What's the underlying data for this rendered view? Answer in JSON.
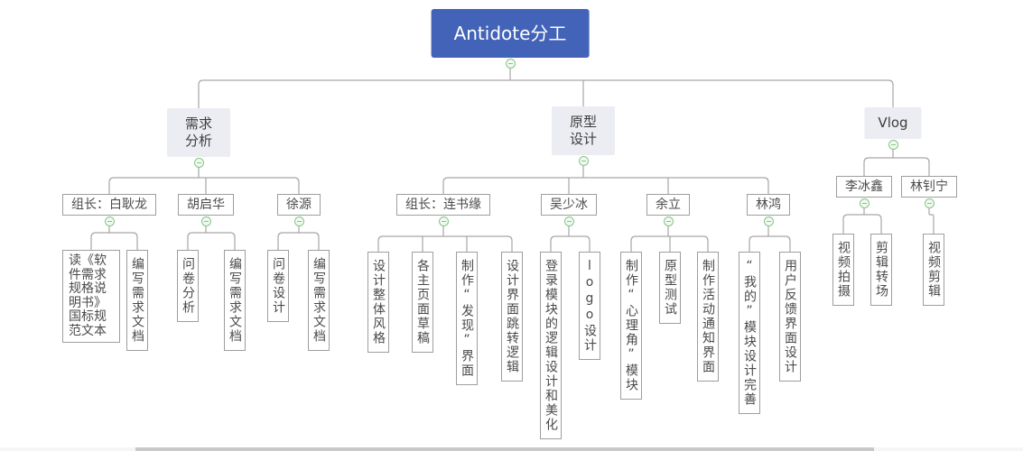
{
  "title": "Antidote分工",
  "colors": {
    "root_bg": "#4263b8",
    "root_text": "#ffffff",
    "branch_bg": "#ecedf2",
    "node_border": "#9e9e9e",
    "node_text": "#4a4a4a",
    "connector": "#a6a6a6",
    "collapse_green": "#84c587",
    "scrollbar_thumb": "#c9c9c9"
  },
  "icons": {
    "collapse": "minus-circle-icon"
  },
  "nodes": [
    {
      "id": "root",
      "parent": null,
      "kind": "root",
      "label": "Antidote分工"
    },
    {
      "id": "b1",
      "parent": "root",
      "kind": "branch",
      "label": "需求分析"
    },
    {
      "id": "b2",
      "parent": "root",
      "kind": "branch",
      "label": "原型设计"
    },
    {
      "id": "b3",
      "parent": "root",
      "kind": "branch",
      "label": "Vlog"
    },
    {
      "id": "n1",
      "parent": "b1",
      "kind": "name",
      "label": "组长：白耿龙"
    },
    {
      "id": "n2",
      "parent": "b1",
      "kind": "name",
      "label": "胡启华"
    },
    {
      "id": "n3",
      "parent": "b1",
      "kind": "name",
      "label": "徐源"
    },
    {
      "id": "n4",
      "parent": "b2",
      "kind": "name",
      "label": "组长：连书缘"
    },
    {
      "id": "n5",
      "parent": "b2",
      "kind": "name",
      "label": "吴少冰"
    },
    {
      "id": "n6",
      "parent": "b2",
      "kind": "name",
      "label": "余立"
    },
    {
      "id": "n7",
      "parent": "b2",
      "kind": "name",
      "label": "林鸿"
    },
    {
      "id": "n8",
      "parent": "b3",
      "kind": "name",
      "label": "李冰鑫"
    },
    {
      "id": "n9",
      "parent": "b3",
      "kind": "name",
      "label": "林钊宁"
    },
    {
      "id": "l1",
      "parent": "n1",
      "kind": "leafwrap",
      "label": "读《软件需求规格说明书》国标规范文本"
    },
    {
      "id": "l2",
      "parent": "n1",
      "kind": "leaf",
      "label": "编写需求文档"
    },
    {
      "id": "l3",
      "parent": "n2",
      "kind": "leaf",
      "label": "问卷分析"
    },
    {
      "id": "l4",
      "parent": "n2",
      "kind": "leaf",
      "label": "编写需求文档"
    },
    {
      "id": "l5",
      "parent": "n3",
      "kind": "leaf",
      "label": "问卷设计"
    },
    {
      "id": "l6",
      "parent": "n3",
      "kind": "leaf",
      "label": "编写需求文档"
    },
    {
      "id": "l7",
      "parent": "n4",
      "kind": "leaf",
      "label": "设计整体风格"
    },
    {
      "id": "l8",
      "parent": "n4",
      "kind": "leaf",
      "label": "各主页面草稿"
    },
    {
      "id": "l9",
      "parent": "n4",
      "kind": "leaf",
      "label": "制作“发现”界面"
    },
    {
      "id": "l10",
      "parent": "n4",
      "kind": "leaf",
      "label": "设计界面跳转逻辑"
    },
    {
      "id": "l11",
      "parent": "n5",
      "kind": "leaf",
      "label": "登录模块的逻辑设计和美化"
    },
    {
      "id": "l12",
      "parent": "n5",
      "kind": "leaf",
      "label": "logo设计"
    },
    {
      "id": "l13",
      "parent": "n6",
      "kind": "leaf",
      "label": "制作“心理角”模块"
    },
    {
      "id": "l14",
      "parent": "n6",
      "kind": "leaf",
      "label": "原型测试"
    },
    {
      "id": "l15",
      "parent": "n6",
      "kind": "leaf",
      "label": "制作活动通知界面"
    },
    {
      "id": "l16",
      "parent": "n7",
      "kind": "leaf",
      "label": "“我的”模块设计完善"
    },
    {
      "id": "l17",
      "parent": "n7",
      "kind": "leaf",
      "label": "用户反馈界面设计"
    },
    {
      "id": "l18",
      "parent": "n8",
      "kind": "leaf",
      "label": "视频拍摄"
    },
    {
      "id": "l19",
      "parent": "n8",
      "kind": "leaf",
      "label": "剪辑转场"
    },
    {
      "id": "l20",
      "parent": "n9",
      "kind": "leaf",
      "label": "视频剪辑"
    }
  ]
}
